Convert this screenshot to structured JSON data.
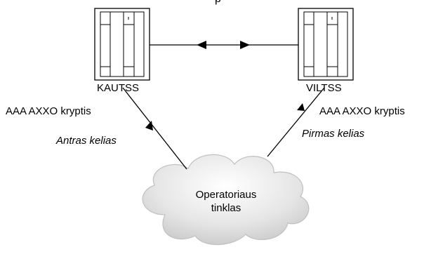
{
  "title_partial": "p",
  "systems": {
    "left": {
      "label": "KAUTSS"
    },
    "right": {
      "label": "VILTSS"
    }
  },
  "directions": {
    "left": "AAA AXXO kryptis",
    "right": "AAA AXXO kryptis"
  },
  "paths": {
    "left": "Antras kelias",
    "right": "Pirmas kelias"
  },
  "network": {
    "line1": "Operatoriaus",
    "line2": "tinklas"
  },
  "colors": {
    "stroke": "#000000",
    "server_fill": "#ffffff",
    "cloud_fill": "#d8d8d8",
    "cloud_stroke": "#bfbfbf"
  }
}
